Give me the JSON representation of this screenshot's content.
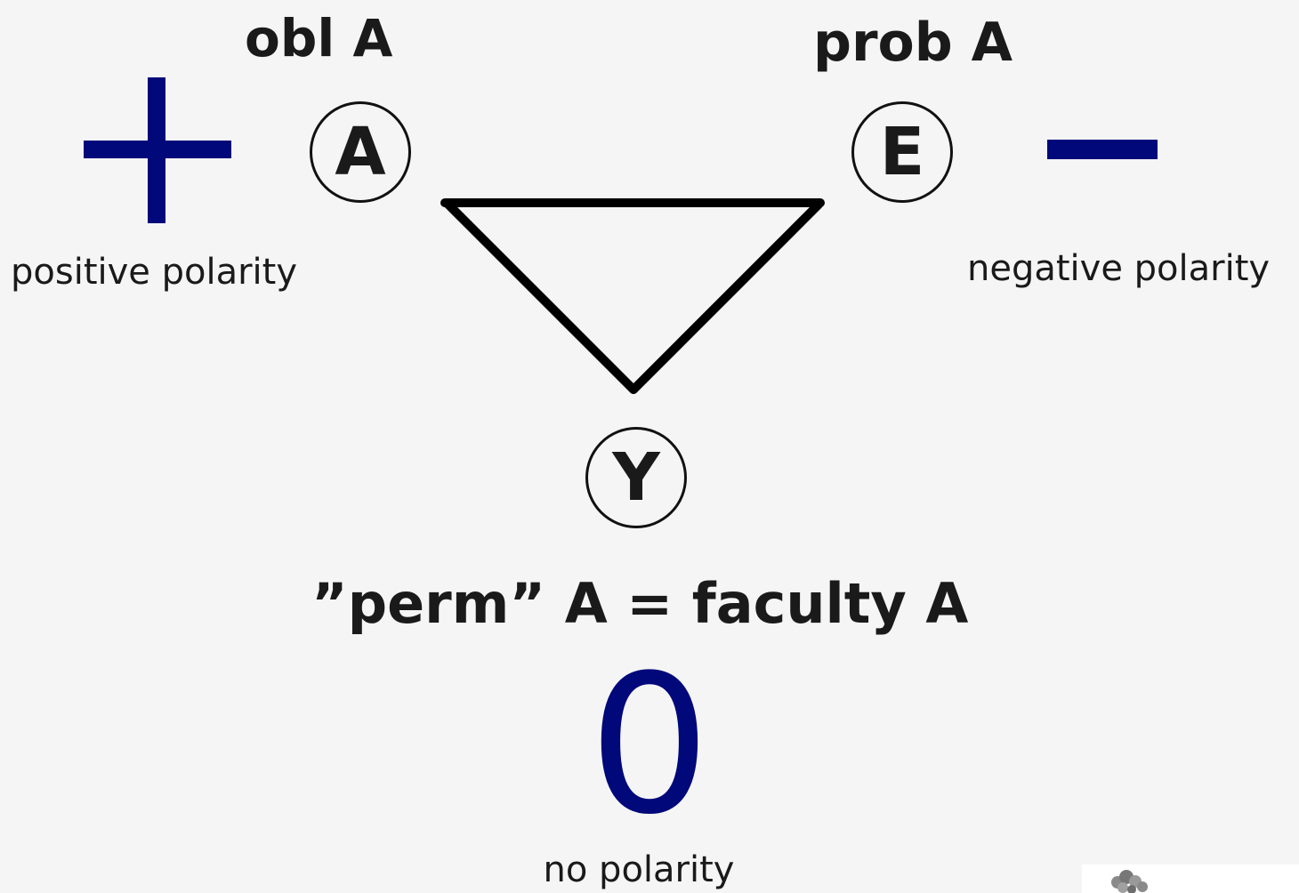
{
  "top_labels": {
    "left": "obl A",
    "right": "prob A"
  },
  "nodes": {
    "a": "A",
    "e": "E",
    "y": "Y"
  },
  "bottom_label": "”perm” A = faculty A",
  "polarity": {
    "positive": "positive polarity",
    "negative": "negative polarity",
    "none": "no polarity",
    "zero_symbol": "0"
  },
  "colors": {
    "sign_color": "#00087a",
    "line_color": "#000000",
    "text_color": "#1a1a1a",
    "background": "#f5f5f5"
  },
  "icons": {
    "plus": "plus-sign-icon",
    "minus": "minus-sign-icon",
    "corner_image": "decorative-figure-icon"
  }
}
